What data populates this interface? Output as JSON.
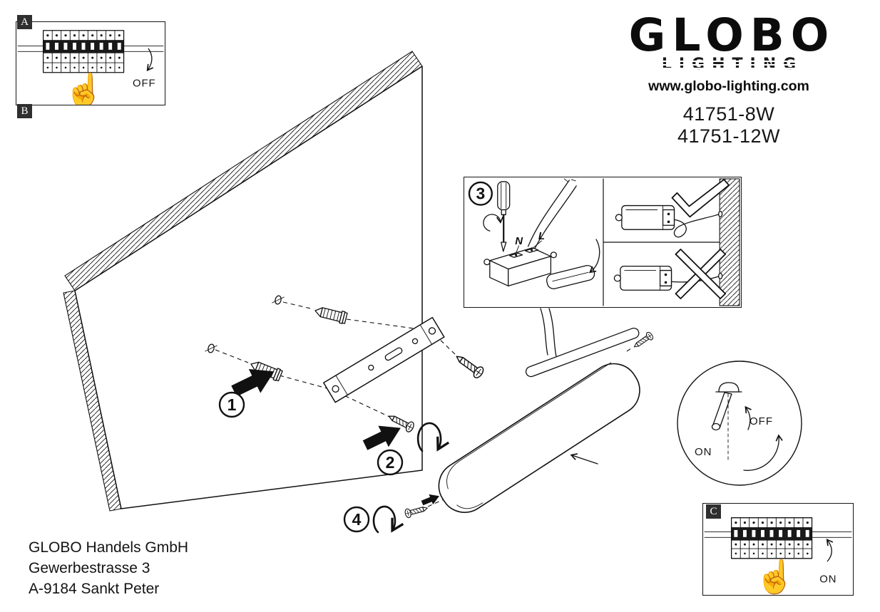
{
  "brand": {
    "name": "GLOBO",
    "tagline": "LIGHTING",
    "website": "www.globo-lighting.com",
    "models": [
      "41751-8W",
      "41751-12W"
    ]
  },
  "figure_labels": {
    "a": "A",
    "b": "B",
    "c": "C"
  },
  "breaker_panels": {
    "off_state": "OFF",
    "on_state": "ON"
  },
  "steps": {
    "one": "1",
    "two": "2",
    "three": "3",
    "four": "4"
  },
  "wiring_terminals": {
    "neutral": "N",
    "live": "L"
  },
  "switch_detail": {
    "off": "OFF",
    "on": "ON"
  },
  "icons": {
    "hand": "☝"
  },
  "footer": {
    "company": "GLOBO Handels GmbH",
    "street": "Gewerbestrasse 3",
    "city": "A-9184 Sankt Peter"
  }
}
